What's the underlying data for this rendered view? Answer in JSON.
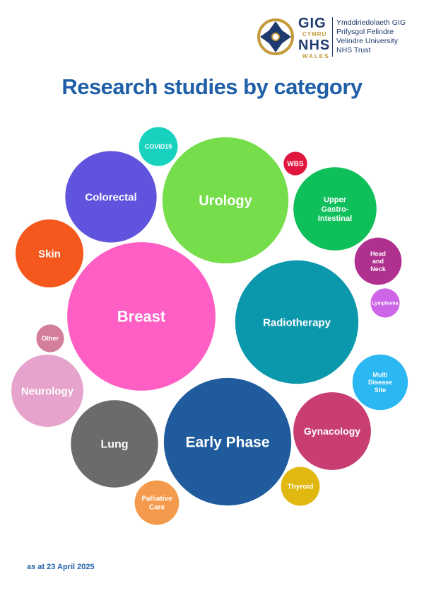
{
  "logo": {
    "gig": "GIG",
    "cymru": "CYMRU",
    "nhs": "NHS",
    "wales": "WALES",
    "lines": [
      "Ymddiriedolaeth GIG",
      "Prifysgol Felindre",
      "Velindre University",
      "NHS Trust"
    ]
  },
  "title": "Research studies by category",
  "footnote": "as at 23 April 2025",
  "chart_data": {
    "type": "bubble",
    "title": "Research studies by category",
    "series": [
      {
        "label": "Early Phase",
        "relative_size": 92,
        "color": "#1f5b9d"
      },
      {
        "label": "Breast",
        "relative_size": 107,
        "color": "#ff5ec4"
      },
      {
        "label": "Radiotherapy",
        "relative_size": 89,
        "color": "#0b97ac"
      },
      {
        "label": "Urology",
        "relative_size": 91,
        "color": "#76dd4b"
      },
      {
        "label": "Colorectal",
        "relative_size": 66,
        "color": "#6054de"
      },
      {
        "label": "Lung",
        "relative_size": 63,
        "color": "#6b6b6b"
      },
      {
        "label": "Upper Gastro-Intestinal",
        "relative_size": 60,
        "color": "#0fbf59"
      },
      {
        "label": "Gynacology",
        "relative_size": 56,
        "color": "#c83e72"
      },
      {
        "label": "Neurology",
        "relative_size": 52,
        "color": "#e6a4cc"
      },
      {
        "label": "Skin",
        "relative_size": 49,
        "color": "#f5581c"
      },
      {
        "label": "Multi Disease Site",
        "relative_size": 40,
        "color": "#2bb7f2"
      },
      {
        "label": "Palliative Care",
        "relative_size": 32,
        "color": "#f39a4c"
      },
      {
        "label": "Head and Neck",
        "relative_size": 34,
        "color": "#b0308f"
      },
      {
        "label": "COVID19",
        "relative_size": 28,
        "color": "#18d2c0"
      },
      {
        "label": "Thyroid",
        "relative_size": 28,
        "color": "#e1b810"
      },
      {
        "label": "Lymphoma",
        "relative_size": 21,
        "color": "#cc66e6"
      },
      {
        "label": "Other",
        "relative_size": 20,
        "color": "#d47f9a"
      },
      {
        "label": "WBS",
        "relative_size": 17,
        "color": "#e0163e"
      }
    ]
  }
}
